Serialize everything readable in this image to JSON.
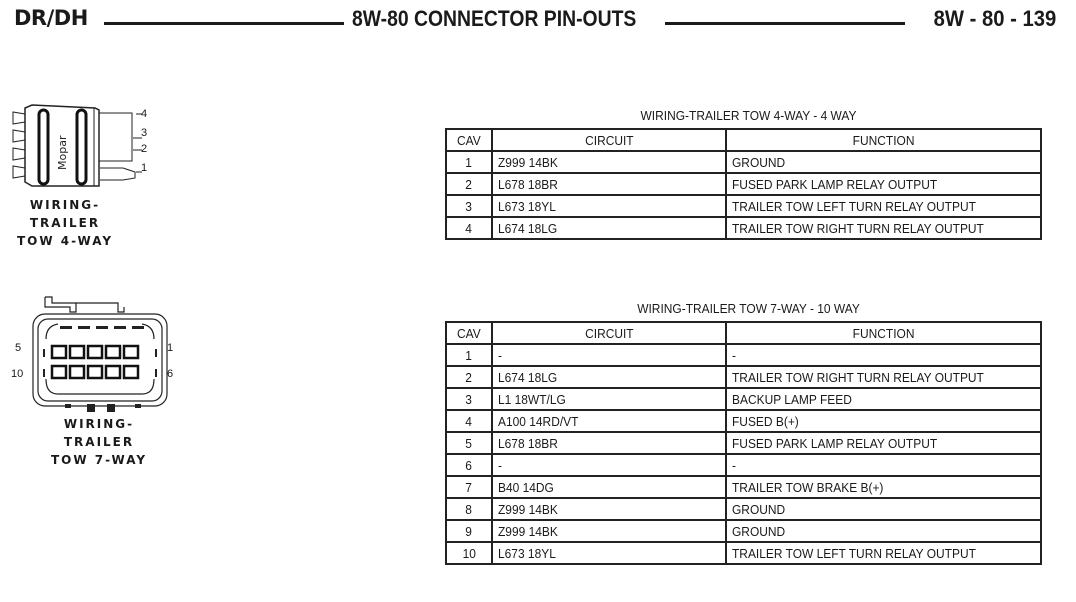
{
  "header": {
    "left": "DR/DH",
    "title": "8W-80 CONNECTOR PIN-OUTS",
    "page": "8W - 80 - 139"
  },
  "connectors": [
    {
      "caption": [
        "WIRING-",
        "TRAILER",
        "TOW 4-WAY"
      ],
      "brand": "Mopar",
      "pin_labels": [
        "4",
        "3",
        "2",
        "1"
      ]
    },
    {
      "caption": [
        "WIRING-",
        "TRAILER",
        "TOW 7-WAY"
      ],
      "pin_labels": {
        "top_left": "5",
        "top_right": "1",
        "bottom_left": "10",
        "bottom_right": "6"
      }
    }
  ],
  "tables": [
    {
      "title": "WIRING-TRAILER TOW 4-WAY - 4 WAY",
      "columns": [
        "CAV",
        "CIRCUIT",
        "FUNCTION"
      ],
      "rows": [
        {
          "cav": "1",
          "circuit": "Z999 14BK",
          "function": "GROUND"
        },
        {
          "cav": "2",
          "circuit": "L678 18BR",
          "function": "FUSED PARK LAMP RELAY OUTPUT"
        },
        {
          "cav": "3",
          "circuit": "L673 18YL",
          "function": "TRAILER TOW LEFT TURN RELAY OUTPUT"
        },
        {
          "cav": "4",
          "circuit": "L674 18LG",
          "function": "TRAILER TOW RIGHT TURN RELAY OUTPUT"
        }
      ]
    },
    {
      "title": "WIRING-TRAILER TOW 7-WAY - 10 WAY",
      "columns": [
        "CAV",
        "CIRCUIT",
        "FUNCTION"
      ],
      "rows": [
        {
          "cav": "1",
          "circuit": "-",
          "function": "-"
        },
        {
          "cav": "2",
          "circuit": "L674 18LG",
          "function": "TRAILER TOW RIGHT TURN RELAY OUTPUT"
        },
        {
          "cav": "3",
          "circuit": "L1 18WT/LG",
          "function": "BACKUP LAMP FEED"
        },
        {
          "cav": "4",
          "circuit": "A100 14RD/VT",
          "function": "FUSED B(+)"
        },
        {
          "cav": "5",
          "circuit": "L678 18BR",
          "function": "FUSED PARK LAMP RELAY OUTPUT"
        },
        {
          "cav": "6",
          "circuit": "-",
          "function": "-"
        },
        {
          "cav": "7",
          "circuit": "B40 14DG",
          "function": "TRAILER TOW BRAKE B(+)"
        },
        {
          "cav": "8",
          "circuit": "Z999 14BK",
          "function": "GROUND"
        },
        {
          "cav": "9",
          "circuit": "Z999 14BK",
          "function": "GROUND"
        },
        {
          "cav": "10",
          "circuit": "L673 18YL",
          "function": "TRAILER TOW LEFT TURN RELAY OUTPUT"
        }
      ]
    }
  ]
}
